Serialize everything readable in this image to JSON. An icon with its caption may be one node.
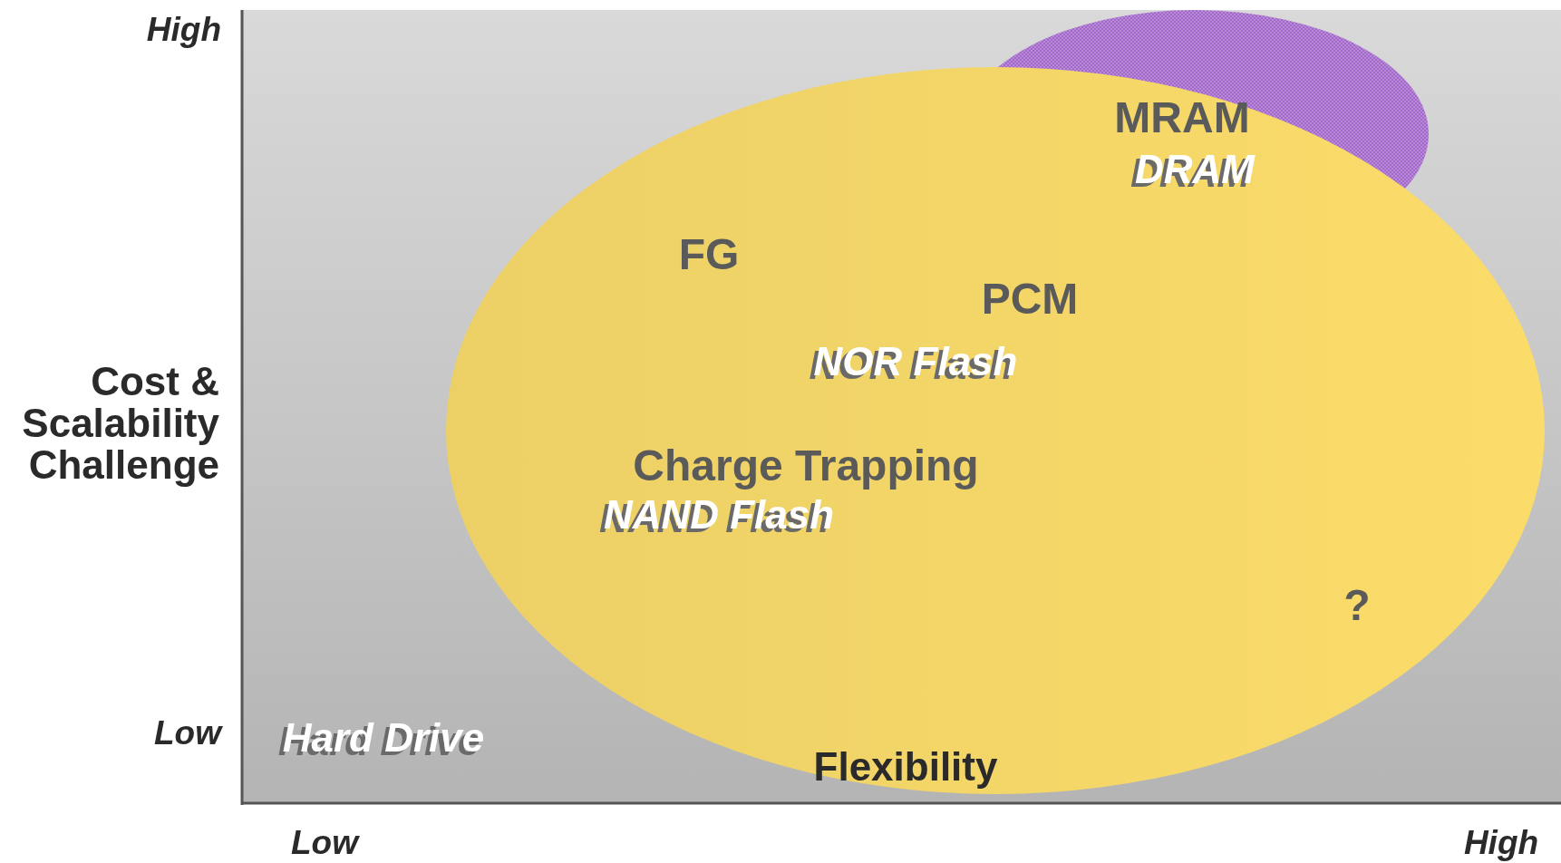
{
  "diagram": {
    "labels": [
      "High",
      "MRAM",
      "DRAM",
      "FG",
      "PCM",
      "Cost & Scalability Challenge",
      "NOR Flash",
      "Charge Trapping",
      "NAND Flash",
      "?",
      "Low",
      "Hard Drive",
      "Flexibility",
      "Low",
      "High"
    ]
  }
}
